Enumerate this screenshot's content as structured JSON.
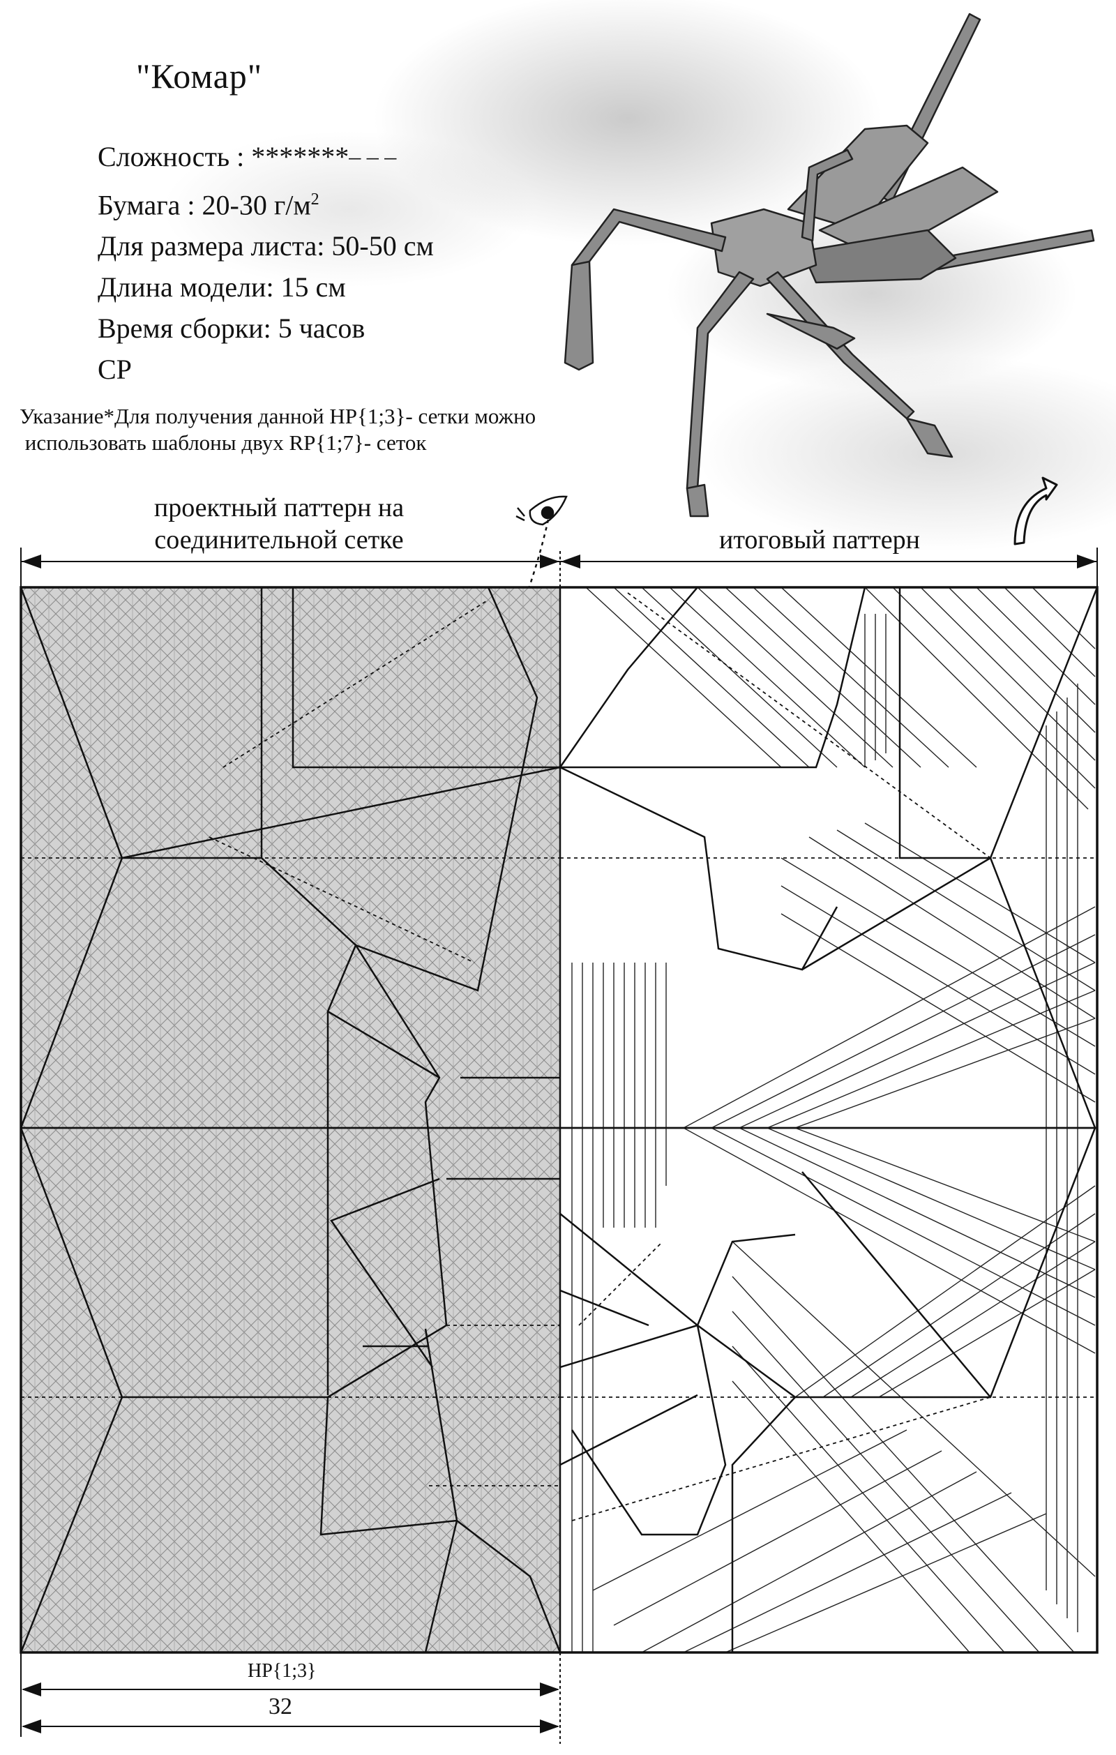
{
  "title": "\"Комар\"",
  "info": {
    "complexity_label": "Сложность : ",
    "complexity_filled": "*******",
    "complexity_empty": "_ _ _",
    "paper_label": "Бумага : 20-30 г/м",
    "paper_sup": "2",
    "sheet": "Для размера листа: 50-50 см",
    "length": "Длина модели: 15 см",
    "time": "Время сборки: 5 часов",
    "cp": "CP"
  },
  "note": {
    "line1": "Указание*Для получения данной HP{1;3}- сетки можно",
    "line2": " использовать шаблоны двух RP{1;7}- сеток"
  },
  "headers": {
    "left_line1": "проектный паттерн на",
    "left_line2": "соединительной сетке",
    "right": "итоговый паттерн"
  },
  "dimensions": {
    "grid_label": "HP{1;3}",
    "grid_size": "32"
  },
  "colors": {
    "grid_fill": "#cfcfcf",
    "grid_line": "#8a8a8a",
    "crease": "#111111",
    "model": "#8c8c8c"
  }
}
